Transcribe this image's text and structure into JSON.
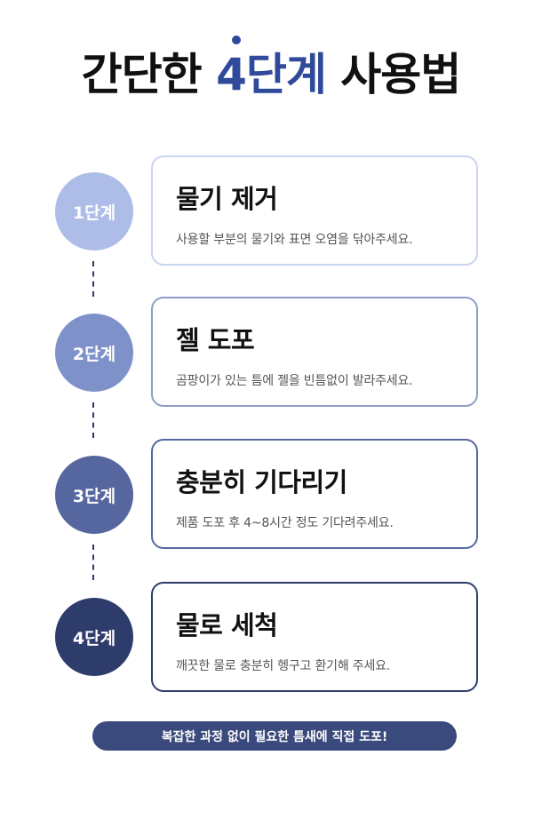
{
  "title": {
    "prefix": "간단한 ",
    "accent": "4단계",
    "suffix": " 사용법"
  },
  "steps": [
    {
      "badge": "1단계",
      "title": "물기 제거",
      "description": "사용할 부분의 물기와 표면 오염을 닦아주세요.",
      "circle_color": "#aebde8",
      "border_color": "#c9d4ef"
    },
    {
      "badge": "2단계",
      "title": "젤 도포",
      "description": "곰팡이가 있는 틈에 젤을 빈틈없이 발라주세요.",
      "circle_color": "#7f91c9",
      "border_color": "#8e9ec9"
    },
    {
      "badge": "3단계",
      "title": "충분히 기다리기",
      "description": "제품 도포 후  4~8시간 정도 기다려주세요.",
      "circle_color": "#56679f",
      "border_color": "#56679f"
    },
    {
      "badge": "4단계",
      "title": "물로 세척",
      "description": "깨끗한 물로 충분히 헹구고 환기해 주세요.",
      "circle_color": "#2e3c6c",
      "border_color": "#2e3c6c"
    }
  ],
  "banner": {
    "text": "복잡한 과정 없이 필요한 틈새에 직접 도포!"
  }
}
